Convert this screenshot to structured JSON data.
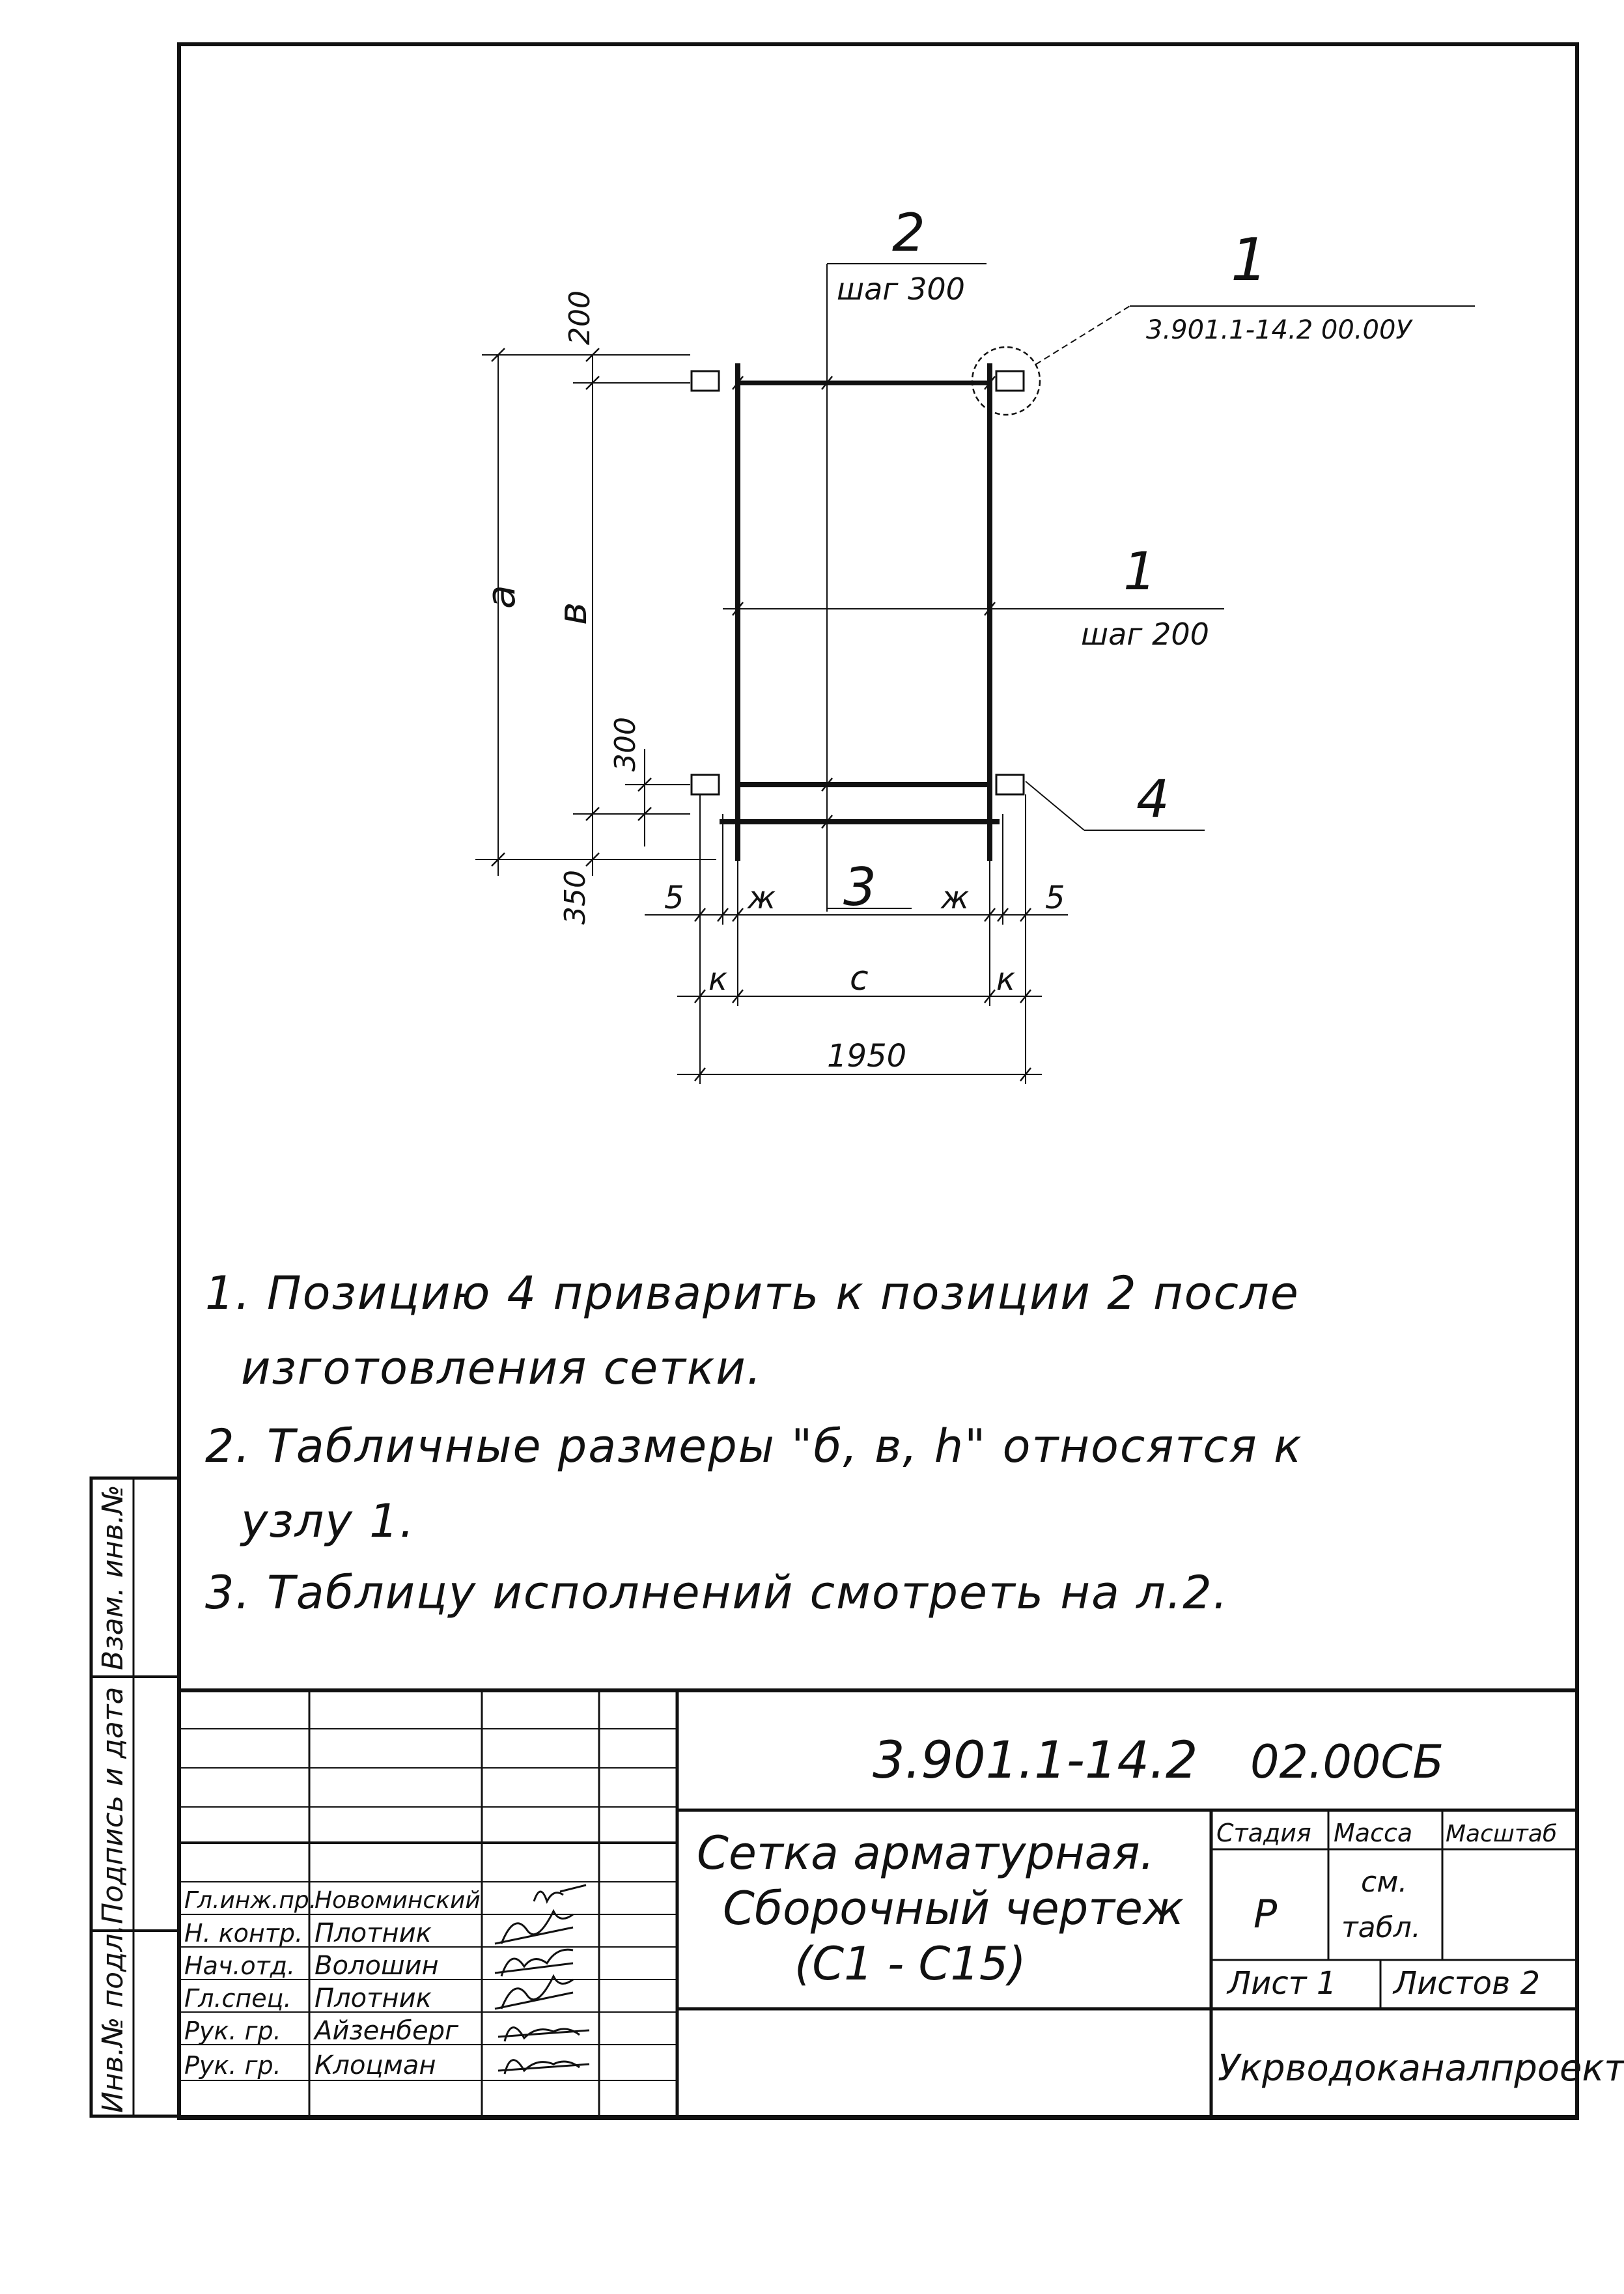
{
  "drawing": {
    "pos_2_label": "2",
    "pos_2_step": "шаг 300",
    "pos_1_label": "1",
    "pos_1_ref": "3.901.1-14.2  00.00У",
    "pos_1b_label": "1",
    "pos_1b_step": "шаг 200",
    "pos_4_label": "4",
    "pos_3_label": "3",
    "dim_a": "а",
    "dim_b": "в",
    "dim_200": "200",
    "dim_300": "300",
    "dim_350": "350",
    "dim_5_left": "5",
    "dim_5_right": "5",
    "dim_zh_left": "ж",
    "dim_zh_right": "ж",
    "dim_k_left": "к",
    "dim_k_right": "к",
    "dim_c": "с",
    "dim_1950": "1950"
  },
  "notes": [
    "1. Позицию 4 приварить к позиции 2 после",
    "изготовления    сетки.",
    "2. Табличные  размеры \"б, в, h\" относятся к",
    "узлу 1.",
    "3. Таблицу  исполнений  смотреть на л.2."
  ],
  "side_stamp": {
    "inv_podl": "Инв.№ подл.",
    "podpis_data": "Подпись и дата",
    "vzam_inv": "Взам. инв.№"
  },
  "title_block": {
    "code": "3.901.1-14.2",
    "sheet_code": "02.00СБ",
    "title_line1": "Сетка арматурная.",
    "title_line2": "Сборочный чертеж",
    "title_line3": "(С1 - С15)",
    "stadiya_label": "Стадия",
    "massa_label": "Масса",
    "masshtab_label": "Масштаб",
    "stadiya_value": "Р",
    "massa_value_1": "см.",
    "massa_value_2": "табл.",
    "list_label": "Лист 1",
    "listov_label": "Листов 2",
    "organization": "Укрводоканалпроект",
    "roles": [
      {
        "role": "Гл.инж.пр.",
        "name": "Новоминский"
      },
      {
        "role": "Н. контр.",
        "name": "Плотник"
      },
      {
        "role": "Нач.отд.",
        "name": "Волошин"
      },
      {
        "role": "Гл.спец.",
        "name": "Плотник"
      },
      {
        "role": "Рук. гр.",
        "name": "Айзенберг"
      },
      {
        "role": "Рук. гр.",
        "name": "Клоцман"
      }
    ]
  }
}
